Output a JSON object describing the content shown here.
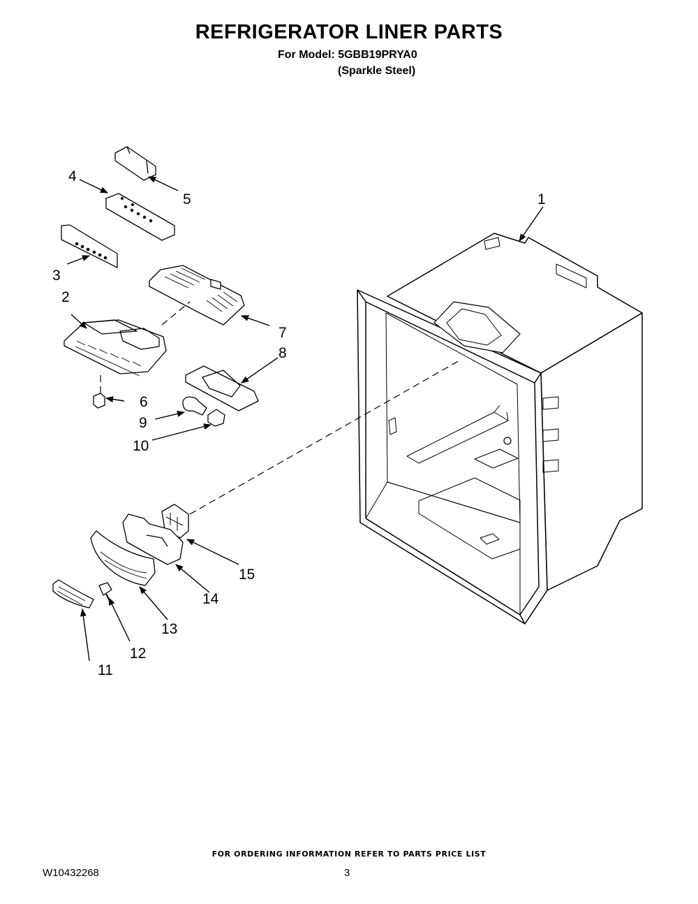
{
  "header": {
    "title": "REFRIGERATOR LINER PARTS",
    "model_line": "For Model: 5GBB19PRYA0",
    "variant_line": "(Sparkle Steel)"
  },
  "callouts": [
    "1",
    "2",
    "3",
    "4",
    "5",
    "6",
    "7",
    "8",
    "9",
    "10",
    "11",
    "12",
    "13",
    "14",
    "15"
  ],
  "footer": {
    "ordering_info": "FOR ORDERING INFORMATION REFER TO PARTS PRICE LIST",
    "document_number": "W10432268",
    "page_number": "3"
  }
}
